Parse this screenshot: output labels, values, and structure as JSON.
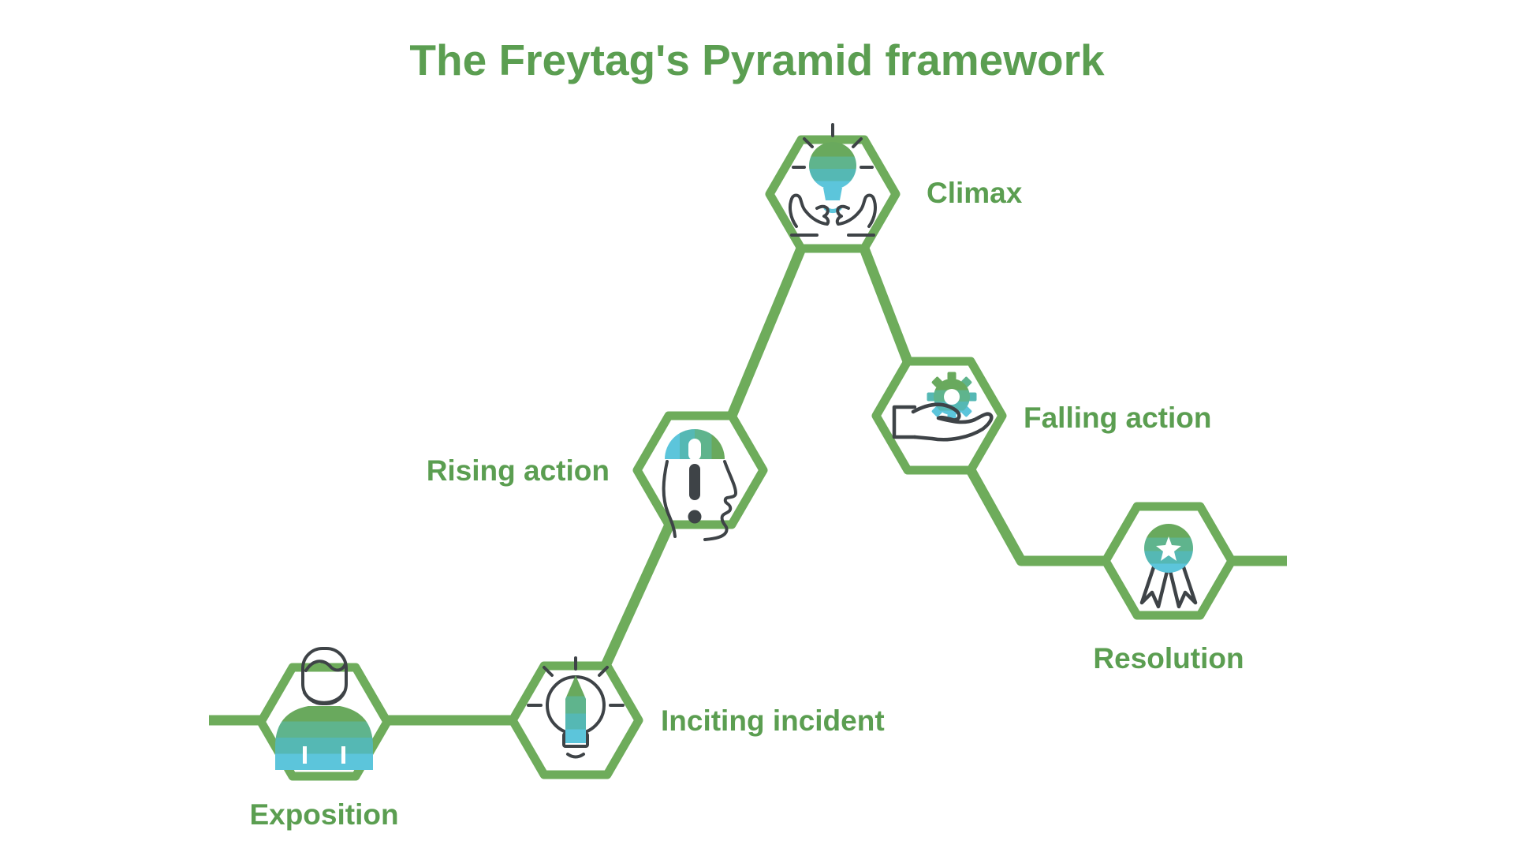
{
  "title": "The Freytag's Pyramid framework",
  "colors": {
    "accent_green": "#6EAC5B",
    "text_green": "#5B9E51",
    "icon_outline": "#3E4347",
    "stripe_colors": [
      "#69A95D",
      "#5FB48D",
      "#55B8B4",
      "#5CC5DB"
    ]
  },
  "diagram": {
    "type": "story-arc-flow",
    "stages": [
      {
        "label": "Exposition",
        "icon": "person-icon"
      },
      {
        "label": "Inciting incident",
        "icon": "lightbulb-pencil-icon"
      },
      {
        "label": "Rising action",
        "icon": "head-exclamation-icon"
      },
      {
        "label": "Climax",
        "icon": "hands-holding-bulb-icon"
      },
      {
        "label": "Falling action",
        "icon": "hand-holding-gear-icon"
      },
      {
        "label": "Resolution",
        "icon": "award-medal-icon"
      }
    ]
  }
}
